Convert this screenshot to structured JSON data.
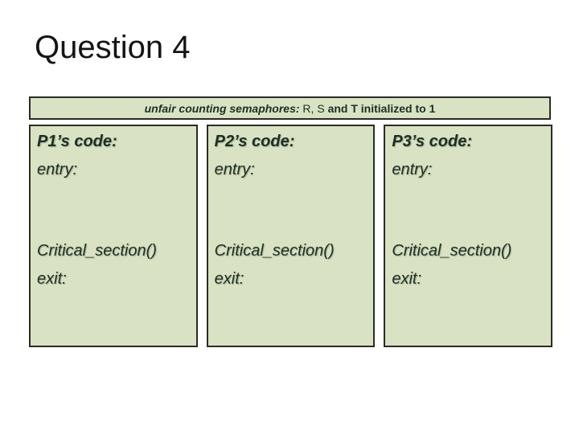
{
  "slide": {
    "title": "Question 4",
    "banner": {
      "italic_part": "unfair counting semaphores:",
      "regular_part": " R, S ",
      "bold_part": "and T initialized to 1"
    },
    "boxes": [
      {
        "header": "P1’s code:",
        "entry": "entry:",
        "critical": "Critical_section()",
        "exit": "exit:"
      },
      {
        "header": "P2’s code:",
        "entry": "entry:",
        "critical": "Critical_section()",
        "exit": "exit:"
      },
      {
        "header": "P3’s code:",
        "entry": "entry:",
        "critical": "Critical_section()",
        "exit": "exit:"
      }
    ],
    "colors": {
      "box_fill": "#d9e2c2",
      "box_border": "#2b2b26",
      "box_text": "#1d2f25",
      "title_text": "#151515",
      "background": "#ffffff"
    }
  }
}
